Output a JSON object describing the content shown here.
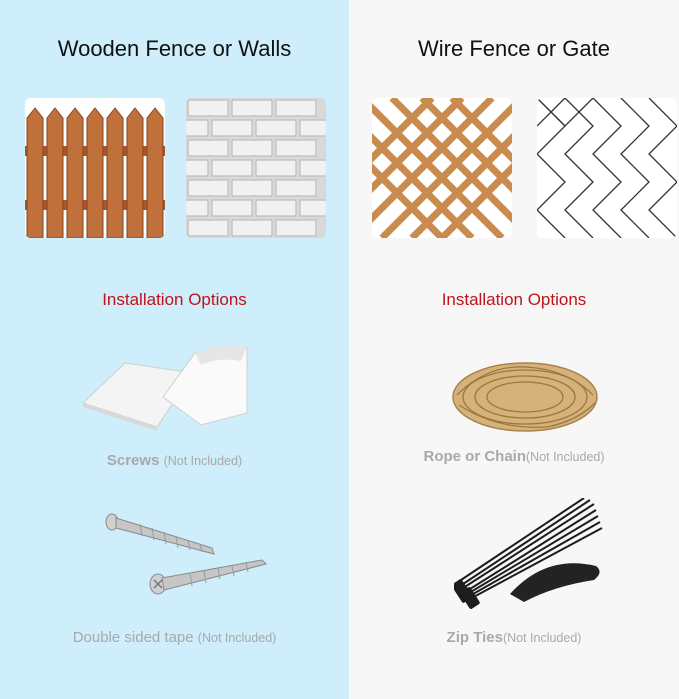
{
  "left": {
    "title": "Wooden Fence or Walls",
    "options_label": "Installation Options",
    "item1": {
      "name": "Screws",
      "note": "(Not Included)"
    },
    "item2": {
      "name": "Double sided tape",
      "note": "(Not Included)"
    }
  },
  "right": {
    "title": "Wire Fence or Gate",
    "options_label": "Installation Options",
    "item1": {
      "name": "Rope or Chain",
      "note": "(Not Included)"
    },
    "item2": {
      "name": "Zip Ties",
      "note": "(Not Included)"
    }
  },
  "colors": {
    "left_bg": "#cdeefa",
    "right_bg": "#f7f7f7",
    "accent": "#c0121c",
    "caption": "#a9a9a9"
  }
}
